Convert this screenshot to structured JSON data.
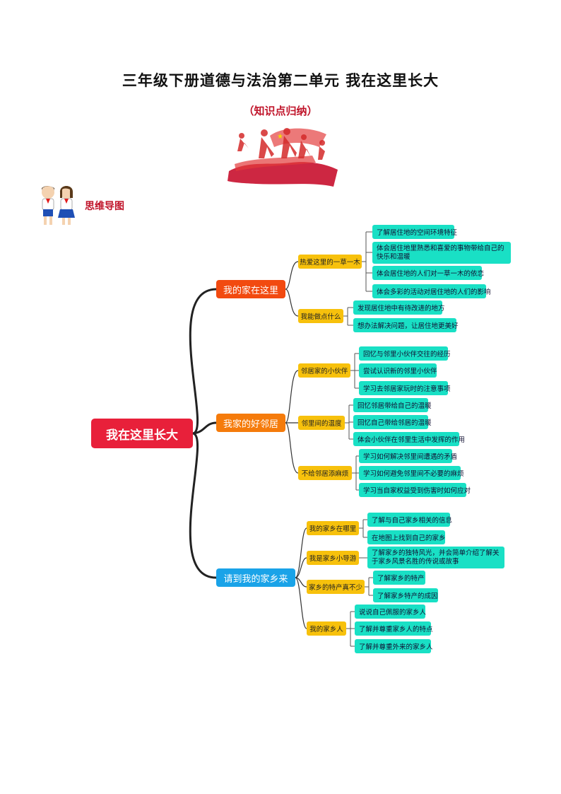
{
  "header": {
    "title": "三年级下册道德与法治第二单元  我在这里长大",
    "subtitle": "（知识点归纳）"
  },
  "section": {
    "label": "思维导图"
  },
  "mindmap": {
    "root": "我在这里长大",
    "branches": [
      {
        "label": "我的家在这里",
        "color": "#f24a10",
        "groups": [
          {
            "label": "热爱这里的一草一木",
            "items": [
              "了解居住地的空间环境特征",
              "体会居住地里熟悉和喜爱的事物带给自己的快乐和温暖",
              "体会居住地的人们对一草一木的依恋",
              "体会多彩的活动对居住地的人们的影响"
            ]
          },
          {
            "label": "我能做点什么",
            "items": [
              "发现居住地中有待改进的地方",
              "想办法解决问题，让居住地更美好"
            ]
          }
        ]
      },
      {
        "label": "我家的好邻居",
        "color": "#f57b0b",
        "groups": [
          {
            "label": "邻居家的小伙伴",
            "items": [
              "回忆与邻里小伙伴交往的经历",
              "尝试认识新的邻里小伙伴",
              "学习去邻居家玩时的注意事项"
            ]
          },
          {
            "label": "邻里间的温度",
            "items": [
              "回忆邻居带给自己的温暖",
              "回忆自己带给邻居的温暖",
              "体会小伙伴在邻里生活中发挥的作用"
            ]
          },
          {
            "label": "不给邻居添麻烦",
            "items": [
              "学习如何解决邻里间遭遇的矛盾",
              "学习如何避免邻里间不必要的麻烦",
              "学习当自家权益受到伤害时如何应对"
            ]
          }
        ]
      },
      {
        "label": "请到我的家乡来",
        "color": "#1aa3e8",
        "groups": [
          {
            "label": "我的家乡在哪里",
            "items": [
              "了解与自己家乡相关的信息",
              "在地图上找到自己的家乡"
            ]
          },
          {
            "label": "我是家乡小导游",
            "items": [
              "了解家乡的独特风光，并会简单介绍了解关于家乡风景名胜的传说或故事"
            ]
          },
          {
            "label": "家乡的特产真不少",
            "items": [
              "了解家乡的特产",
              "了解家乡特产的成因"
            ]
          },
          {
            "label": "我的家乡人",
            "items": [
              "说说自己佩服的家乡人",
              "了解并尊重家乡人的特点",
              "了解并尊重外来的家乡人"
            ]
          }
        ]
      }
    ]
  }
}
